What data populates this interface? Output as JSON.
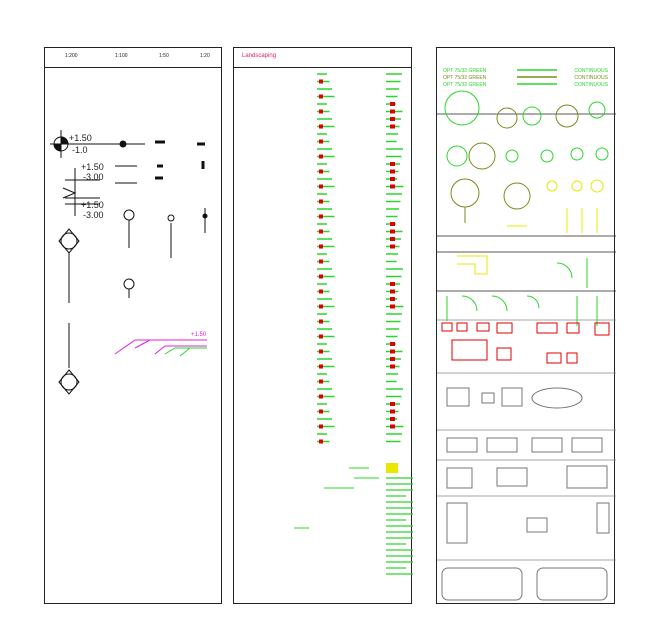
{
  "panel_levels": {
    "scales": [
      "1:200",
      "1:100",
      "1:50",
      "1:20"
    ],
    "level_marks": [
      {
        "top": "+1.50",
        "bottom": "-1.0"
      },
      {
        "top": "+1.50",
        "bottom": "-3.00"
      },
      {
        "top": "+1.50",
        "bottom": "-3.00"
      }
    ],
    "annotation": "+1.50"
  },
  "panel_legend": {
    "title": "Landscaping"
  },
  "panel_blocks": {
    "legend_rows": [
      {
        "label": "OPT 75/32 GREEN",
        "right": "CONTINUOUS"
      },
      {
        "label": "OPT 75/32 GREEN",
        "right": "CONTINUOUS"
      },
      {
        "label": "OPT 75/32 GREEN",
        "right": "CONTINUOUS"
      }
    ]
  },
  "colors": {
    "green": "#2bd62b",
    "red": "#e00000",
    "yellow": "#e8e800",
    "olive": "#7a8a1a",
    "magenta": "#e020e0"
  }
}
